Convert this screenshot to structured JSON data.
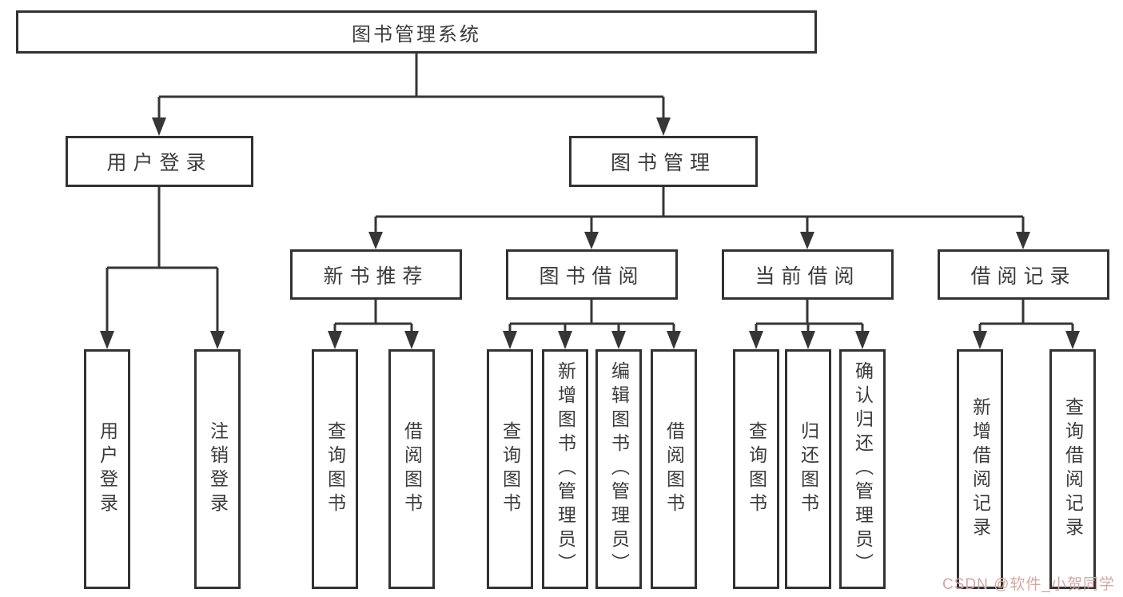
{
  "diagram": {
    "title": "图书管理系统",
    "root": {
      "label": "图书管理系统"
    },
    "l1": [
      {
        "label": "用户登录"
      },
      {
        "label": "图书管理"
      }
    ],
    "l2": [
      {
        "label": "新书推荐"
      },
      {
        "label": "图书借阅"
      },
      {
        "label": "当前借阅"
      },
      {
        "label": "借阅记录"
      }
    ],
    "l3": [
      {
        "label": "用户登录",
        "parent": "用户登录"
      },
      {
        "label": "注销登录",
        "parent": "用户登录"
      },
      {
        "label": "查询图书",
        "parent": "新书推荐"
      },
      {
        "label": "借阅图书",
        "parent": "新书推荐"
      },
      {
        "label": "查询图书",
        "parent": "图书借阅"
      },
      {
        "label": "新增图书（管理员）",
        "parent": "图书借阅"
      },
      {
        "label": "编辑图书（管理员）",
        "parent": "图书借阅"
      },
      {
        "label": "借阅图书",
        "parent": "图书借阅"
      },
      {
        "label": "查询图书",
        "parent": "当前借阅"
      },
      {
        "label": "归还图书",
        "parent": "当前借阅"
      },
      {
        "label": "确认归还（管理员）",
        "parent": "当前借阅"
      },
      {
        "label": "新增借阅记录",
        "parent": "借阅记录"
      },
      {
        "label": "查询借阅记录",
        "parent": "借阅记录"
      }
    ]
  },
  "watermark": "CSDN @软件_小贺同学",
  "colors": {
    "line": "#363636",
    "box_border": "#323232",
    "text": "#3b3b3b",
    "watermark": "#d3a7a4",
    "background": "#ffffff"
  }
}
